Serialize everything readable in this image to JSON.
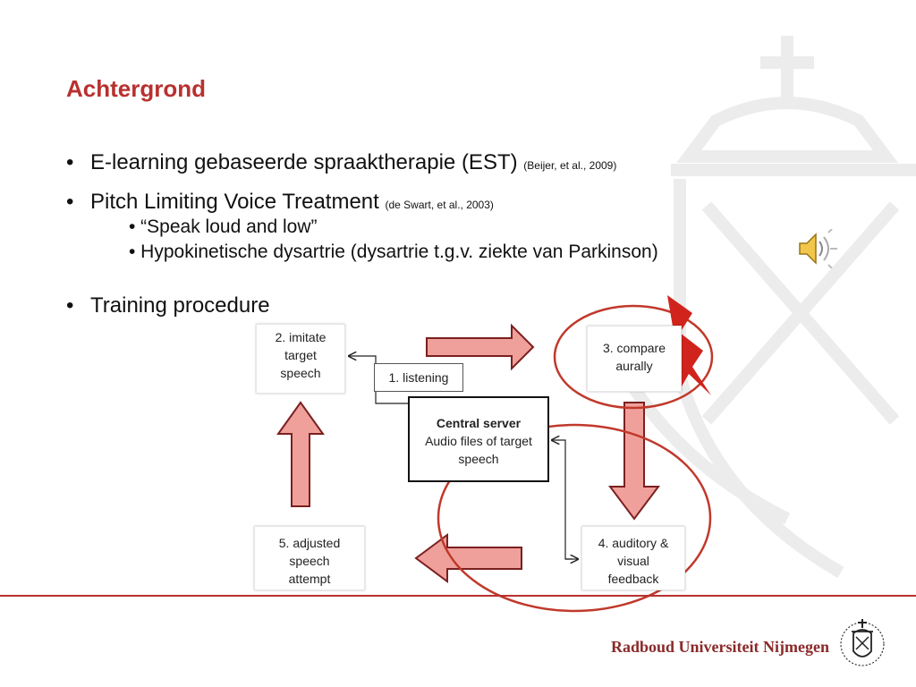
{
  "slide": {
    "title": "Achtergrond",
    "bullets": [
      {
        "text": "E-learning gebaseerde spraaktherapie (EST)",
        "citation": "(Beijer, et al., 2009)"
      },
      {
        "text": "Pitch Limiting Voice Treatment",
        "citation": "(de Swart, et al., 2003)"
      },
      {
        "text": "Training procedure"
      }
    ],
    "sub_bullets": [
      "• “Speak loud and low”",
      "• Hypokinetische dysartrie (dysartrie t.g.v. ziekte van Parkinson)"
    ],
    "bullet_mark": "•"
  },
  "diagram": {
    "boxes": {
      "imitate": [
        "2. imitate",
        "target",
        "speech"
      ],
      "listening": "1. listening",
      "compare": [
        "3. compare",
        "aurally"
      ],
      "central_title": "Central server",
      "central_body": [
        "Audio files of target",
        "speech"
      ],
      "adjusted": [
        "5. adjusted",
        "speech",
        "attempt"
      ],
      "feedback": [
        "4. auditory &",
        "visual",
        "feedback"
      ]
    }
  },
  "footer": {
    "university": "Radboud Universiteit Nijmegen"
  },
  "colors": {
    "accent": "#b8312f",
    "arrow_fill": "#f0a09a",
    "arrow_stroke": "#7a2020",
    "circle": "#c0392b",
    "lightning": "#d0231c"
  },
  "icons": [
    "speaker-icon",
    "lightning-icon",
    "university-crest-icon"
  ]
}
